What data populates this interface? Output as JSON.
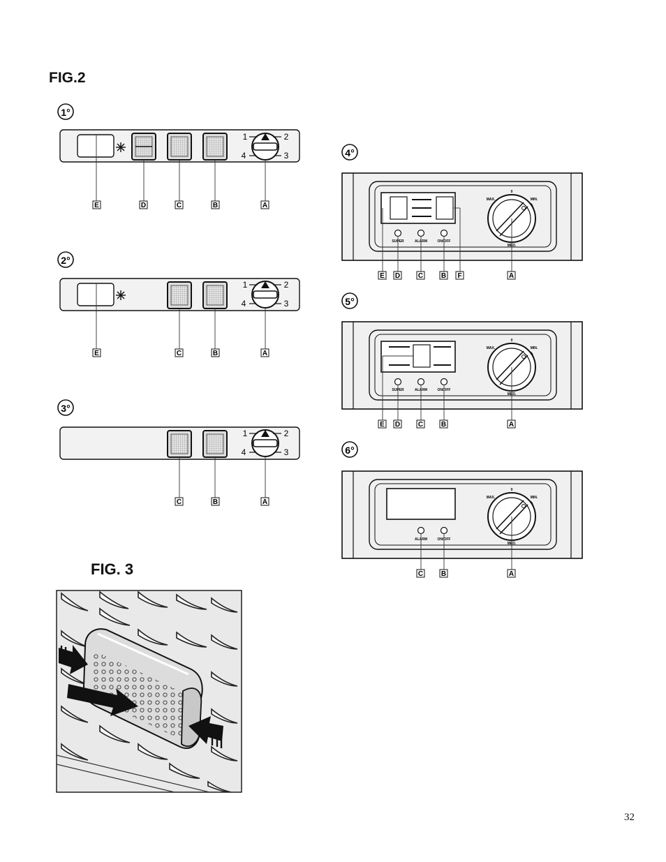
{
  "fig2_title": "FIG.2",
  "fig3_title": "FIG. 3",
  "page_number": "32",
  "panels": {
    "p1": {
      "number": "1°",
      "dial_marks": [
        "1",
        "2",
        "3",
        "4"
      ],
      "labels": [
        "E",
        "D",
        "C",
        "B",
        "A"
      ]
    },
    "p2": {
      "number": "2°",
      "dial_marks": [
        "1",
        "2",
        "3",
        "4"
      ],
      "labels": [
        "E",
        "C",
        "B",
        "A"
      ]
    },
    "p3": {
      "number": "3°",
      "dial_marks": [
        "1",
        "2",
        "3",
        "4"
      ],
      "labels": [
        "C",
        "B",
        "A"
      ]
    },
    "p4": {
      "number": "4°",
      "knob_marks": {
        "zero": "0",
        "max": "MAX.",
        "min": "MIN.",
        "med": "MED."
      },
      "indicators": [
        "SUPER",
        "ALARM",
        "ON/OFF"
      ],
      "labels": [
        "E",
        "D",
        "C",
        "B",
        "F",
        "A"
      ]
    },
    "p5": {
      "number": "5°",
      "knob_marks": {
        "zero": "0",
        "max": "MAX.",
        "min": "MIN.",
        "med": "MED."
      },
      "indicators": [
        "SUPER",
        "ALARM",
        "ON/OFF"
      ],
      "labels": [
        "E",
        "D",
        "C",
        "B",
        "A"
      ]
    },
    "p6": {
      "number": "6°",
      "knob_marks": {
        "zero": "0",
        "max": "MAX.",
        "min": "MIN.",
        "med": "MED."
      },
      "indicators": [
        "ALARM",
        "ON/OFF"
      ],
      "labels": [
        "C",
        "B",
        "A"
      ]
    }
  },
  "icons": {
    "freezer": "snowflake-icon",
    "dial_pointer": "triangle-pointer-icon"
  }
}
